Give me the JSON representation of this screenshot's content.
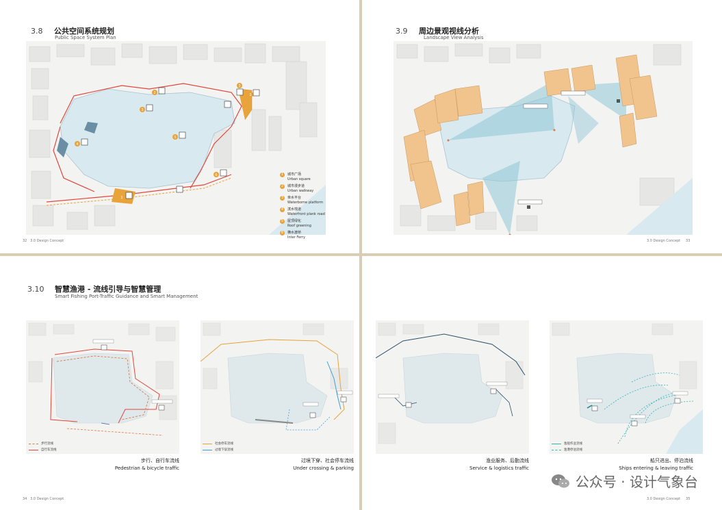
{
  "pages": {
    "p32": {
      "number": "3.8",
      "title": "公共空间系统规划",
      "subtitle": "Public Space System Plan",
      "folio_num": "32",
      "folio_text": "3.0  Design Concept",
      "legend": [
        {
          "n": "1",
          "cn": "城市广场",
          "en": "Urban square"
        },
        {
          "n": "2",
          "cn": "城市漫步道",
          "en": "Urban walkway"
        },
        {
          "n": "3",
          "cn": "亲水平台",
          "en": "Waterborne platform"
        },
        {
          "n": "4",
          "cn": "滨水栈道",
          "en": "Waterfront plank road"
        },
        {
          "n": "5",
          "cn": "屋顶绿化",
          "en": "Roof greening"
        },
        {
          "n": "6",
          "cn": "横水渡桥",
          "en": "Inter Ferry"
        }
      ]
    },
    "p33": {
      "number": "3.9",
      "title": "周边景观视线分析",
      "subtitle": "Landscape View Analysis",
      "folio_num": "33",
      "folio_text": "3.0  Design Concept"
    },
    "p34": {
      "number": "3.10",
      "title": "智慧渔港 - 流线引导与智慧管理",
      "subtitle": "Smart Fishing Port-Traffic Guidance and Smart Management",
      "folio_num": "34",
      "folio_text": "3.0  Design Concept",
      "panels": [
        {
          "cn": "步行、自行车流线",
          "en": "Pedestrian & bicycle traffic",
          "leg": [
            "步行流线",
            "自行车流线"
          ]
        },
        {
          "cn": "过境下穿、社会停车流线",
          "en": "Under crossing & parking",
          "leg": [
            "社会停车流线",
            "过境下穿流线"
          ]
        }
      ]
    },
    "p35": {
      "folio_num": "35",
      "folio_text": "3.0  Design Concept",
      "panels": [
        {
          "cn": "渔业服务、后勤流线",
          "en": "Service & logistics traffic"
        },
        {
          "cn": "船只进出、停泊流线",
          "en": "Ships entering & leaving traffic",
          "leg": [
            "渔船作业流线",
            "渔港停泊流线"
          ]
        }
      ]
    }
  },
  "watermark": "公众号 · 设计气象台",
  "colors": {
    "water": "#d8e9ef",
    "accent": "#e8a33a",
    "red": "#e0463a",
    "orange": "#e3763c",
    "blue": "#3aa0d8",
    "teal": "#2fb3b3",
    "building": "#f0c48c",
    "divider": "#d9cdb8"
  }
}
